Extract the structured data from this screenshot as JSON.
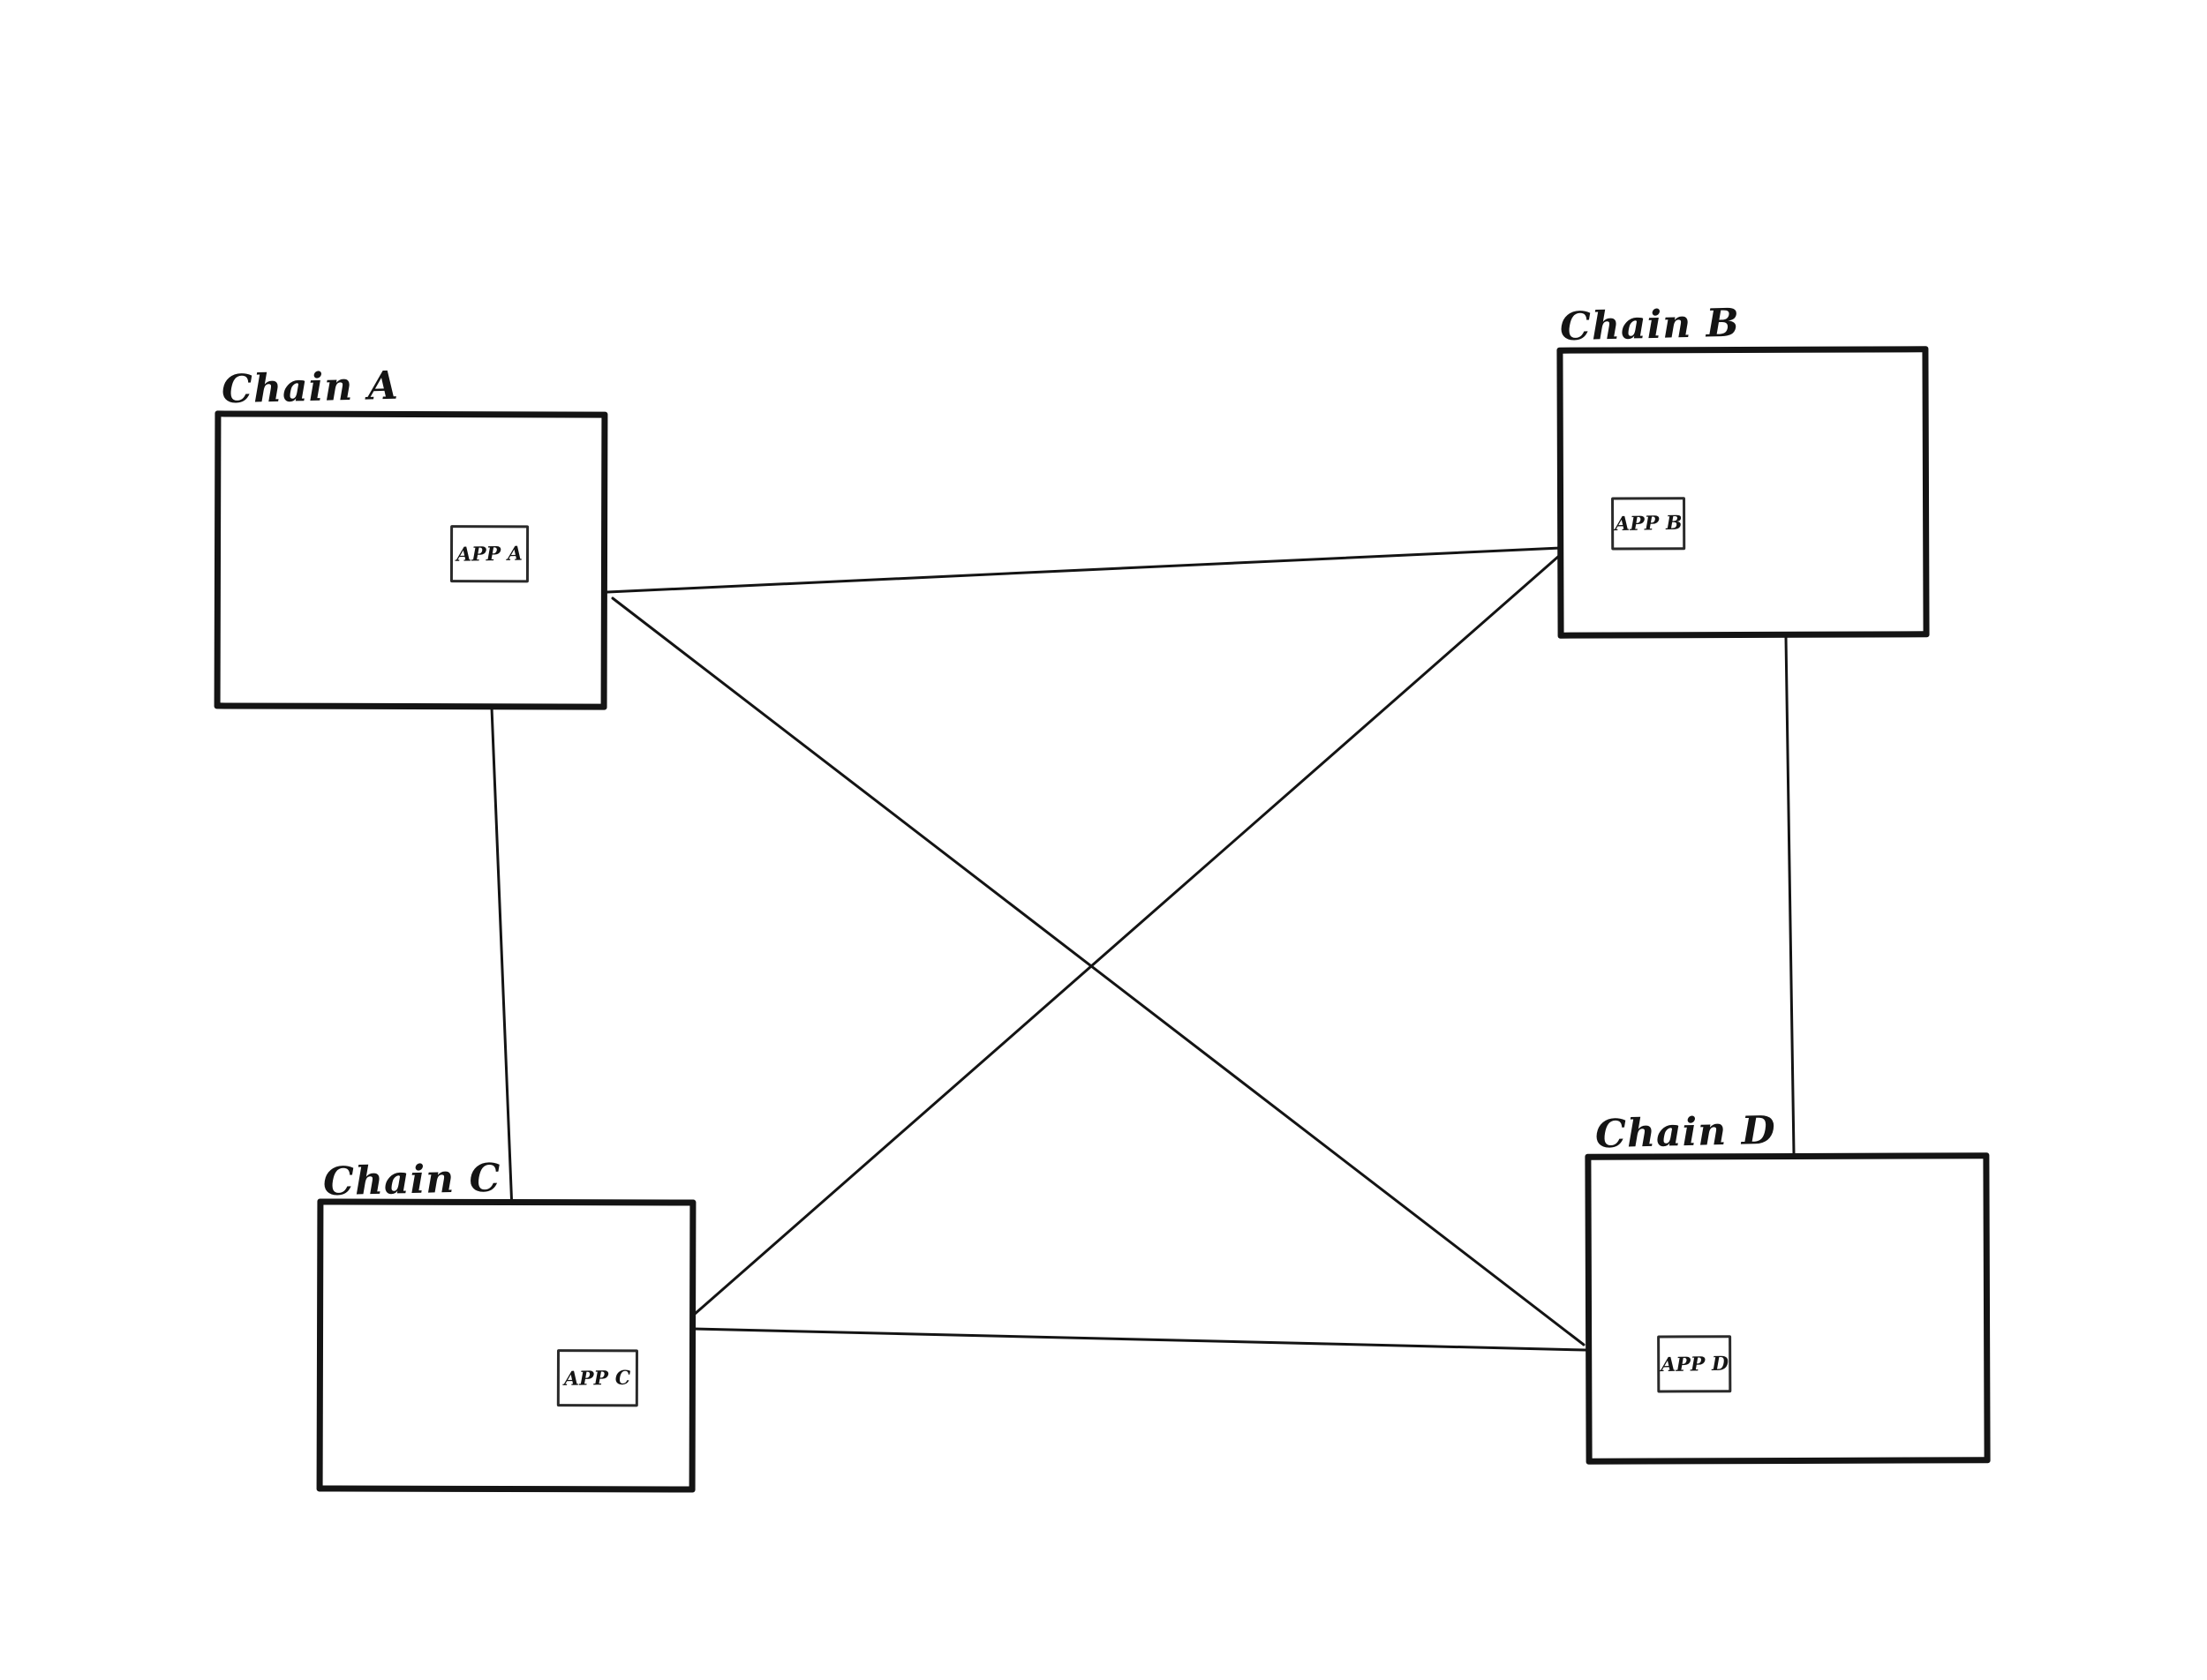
{
  "page": {
    "background_color": "#ffffff",
    "stroke_color": "#141414"
  },
  "diagram": {
    "type": "network",
    "description": "Four chain boxes, each containing an app box, fully interconnected in a mesh",
    "nodes": [
      {
        "id": "chain-a",
        "label": "Chain A",
        "app": "APP A"
      },
      {
        "id": "chain-b",
        "label": "Chain B",
        "app": "APP B"
      },
      {
        "id": "chain-c",
        "label": "Chain C",
        "app": "APP C"
      },
      {
        "id": "chain-d",
        "label": "Chain D",
        "app": "APP D"
      }
    ],
    "edges": [
      {
        "from": "chain-a",
        "to": "chain-b"
      },
      {
        "from": "chain-a",
        "to": "chain-c"
      },
      {
        "from": "chain-a",
        "to": "chain-d"
      },
      {
        "from": "chain-b",
        "to": "chain-c"
      },
      {
        "from": "chain-b",
        "to": "chain-d"
      },
      {
        "from": "chain-c",
        "to": "chain-d"
      }
    ]
  }
}
